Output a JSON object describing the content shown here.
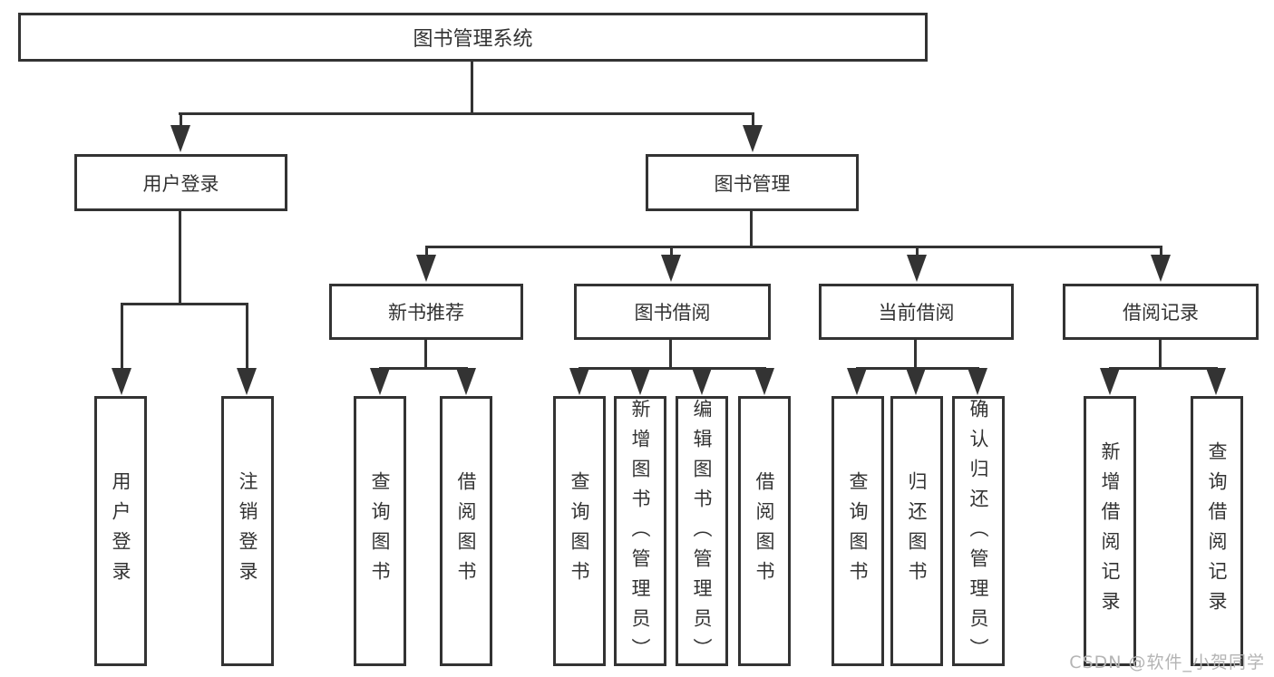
{
  "diagram_type": "function-structure-tree",
  "tree": {
    "root": {
      "label": "图书管理系统"
    },
    "branches": [
      {
        "label": "用户登录",
        "children": [
          "用户登录",
          "注销登录"
        ]
      },
      {
        "label": "图书管理",
        "sections": [
          {
            "label": "新书推荐",
            "children": [
              "查询图书",
              "借阅图书"
            ]
          },
          {
            "label": "图书借阅",
            "children": [
              "查询图书",
              "新增图书（管理员）",
              "编辑图书（管理员）",
              "借阅图书"
            ]
          },
          {
            "label": "当前借阅",
            "children": [
              "查询图书",
              "归还图书",
              "确认归还（管理员）"
            ]
          },
          {
            "label": "借阅记录",
            "children": [
              "新增借阅记录",
              "查询借阅记录"
            ]
          }
        ]
      }
    ]
  },
  "watermark": {
    "text": "CSDN @软件_小贺同学"
  },
  "colors": {
    "line": "#333333",
    "text": "#333333",
    "background": "#ffffff",
    "watermark": "#b4b4b4"
  }
}
